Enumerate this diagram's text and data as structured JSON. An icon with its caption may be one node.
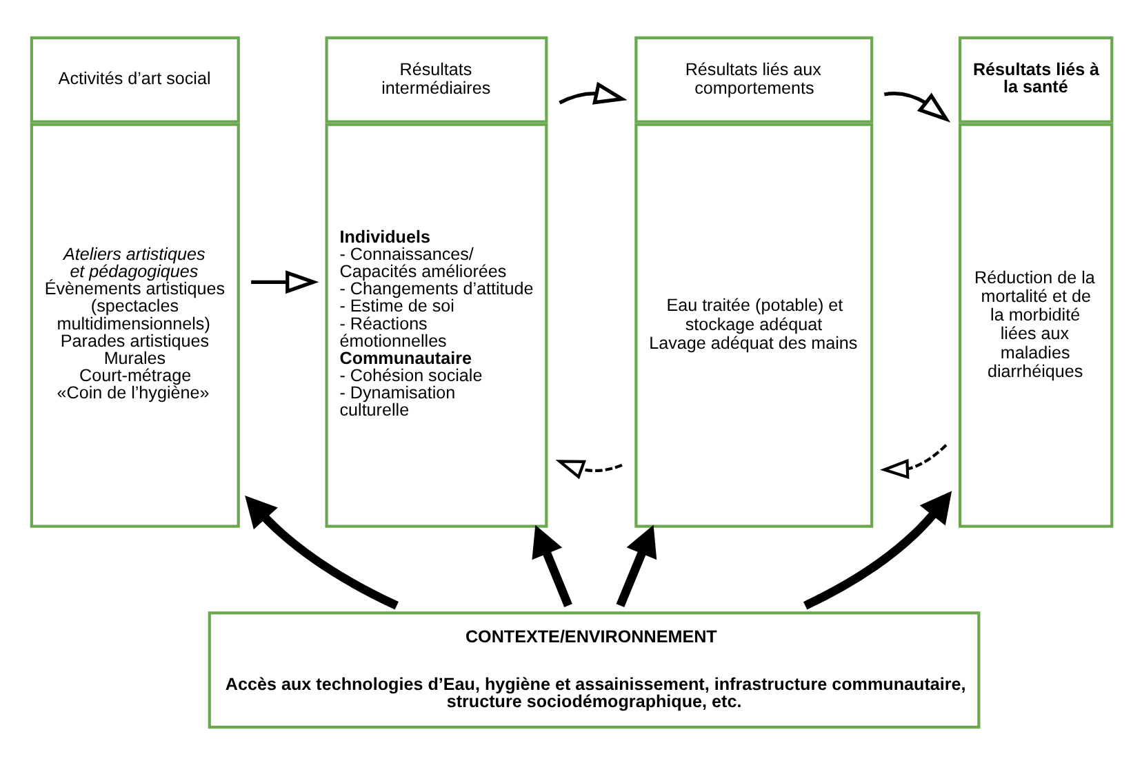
{
  "diagram": {
    "nodes": [
      {
        "text": [
          "Activités d’art social",
          "Ateliers artistiques et pédagogiques",
          "Évènements artistiques (spectacles multidimensionnels)",
          "Parades artistiques",
          "Murales",
          "Court-métrage",
          "«Coin de l’hygiène»"
        ]
      },
      {
        "text": [
          "Résultats intermédiaires",
          "Individuels",
          "- Connaissances/ Capacités améliorées",
          "- Changements d’attitude",
          "- Estime de soi",
          "- Réactions émotionnelles",
          "Communautaire",
          "- Cohésion sociale",
          "- Dynamisation culturelle"
        ]
      },
      {
        "text": [
          "Résultats liés aux comportements",
          "Eau traitée (potable) et stockage adéquat",
          "Lavage adéquat des mains"
        ]
      },
      {
        "text": [
          "Résultats liés à la santé",
          "Réduction de la mortalité et de la morbidité liées aux maladies diarrhéiques"
        ]
      },
      {
        "text": [
          "CONTEXTE/ENVIRONNEMENT",
          "Accès aux technologies d’Eau, hygiène et assainissement, infrastructure communautaire, structure sociodémographique, etc."
        ]
      }
    ],
    "edges": [
      {
        "from": 0,
        "to": 1,
        "arrow": "to"
      },
      {
        "from": 1,
        "to": 2,
        "arrow": "to"
      },
      {
        "from": 2,
        "to": 3,
        "arrow": "to"
      },
      {
        "from": 2,
        "to": 1,
        "arrow": "to",
        "style": "dashed"
      },
      {
        "from": 3,
        "to": 2,
        "arrow": "to",
        "style": "dashed"
      },
      {
        "from": 4,
        "to": 0,
        "arrow": "to",
        "style": "thick"
      },
      {
        "from": 4,
        "to": 1,
        "arrow": "to",
        "style": "thick"
      },
      {
        "from": 4,
        "to": 2,
        "arrow": "to",
        "style": "thick"
      },
      {
        "from": 4,
        "to": 3,
        "arrow": "to",
        "style": "thick"
      }
    ]
  }
}
